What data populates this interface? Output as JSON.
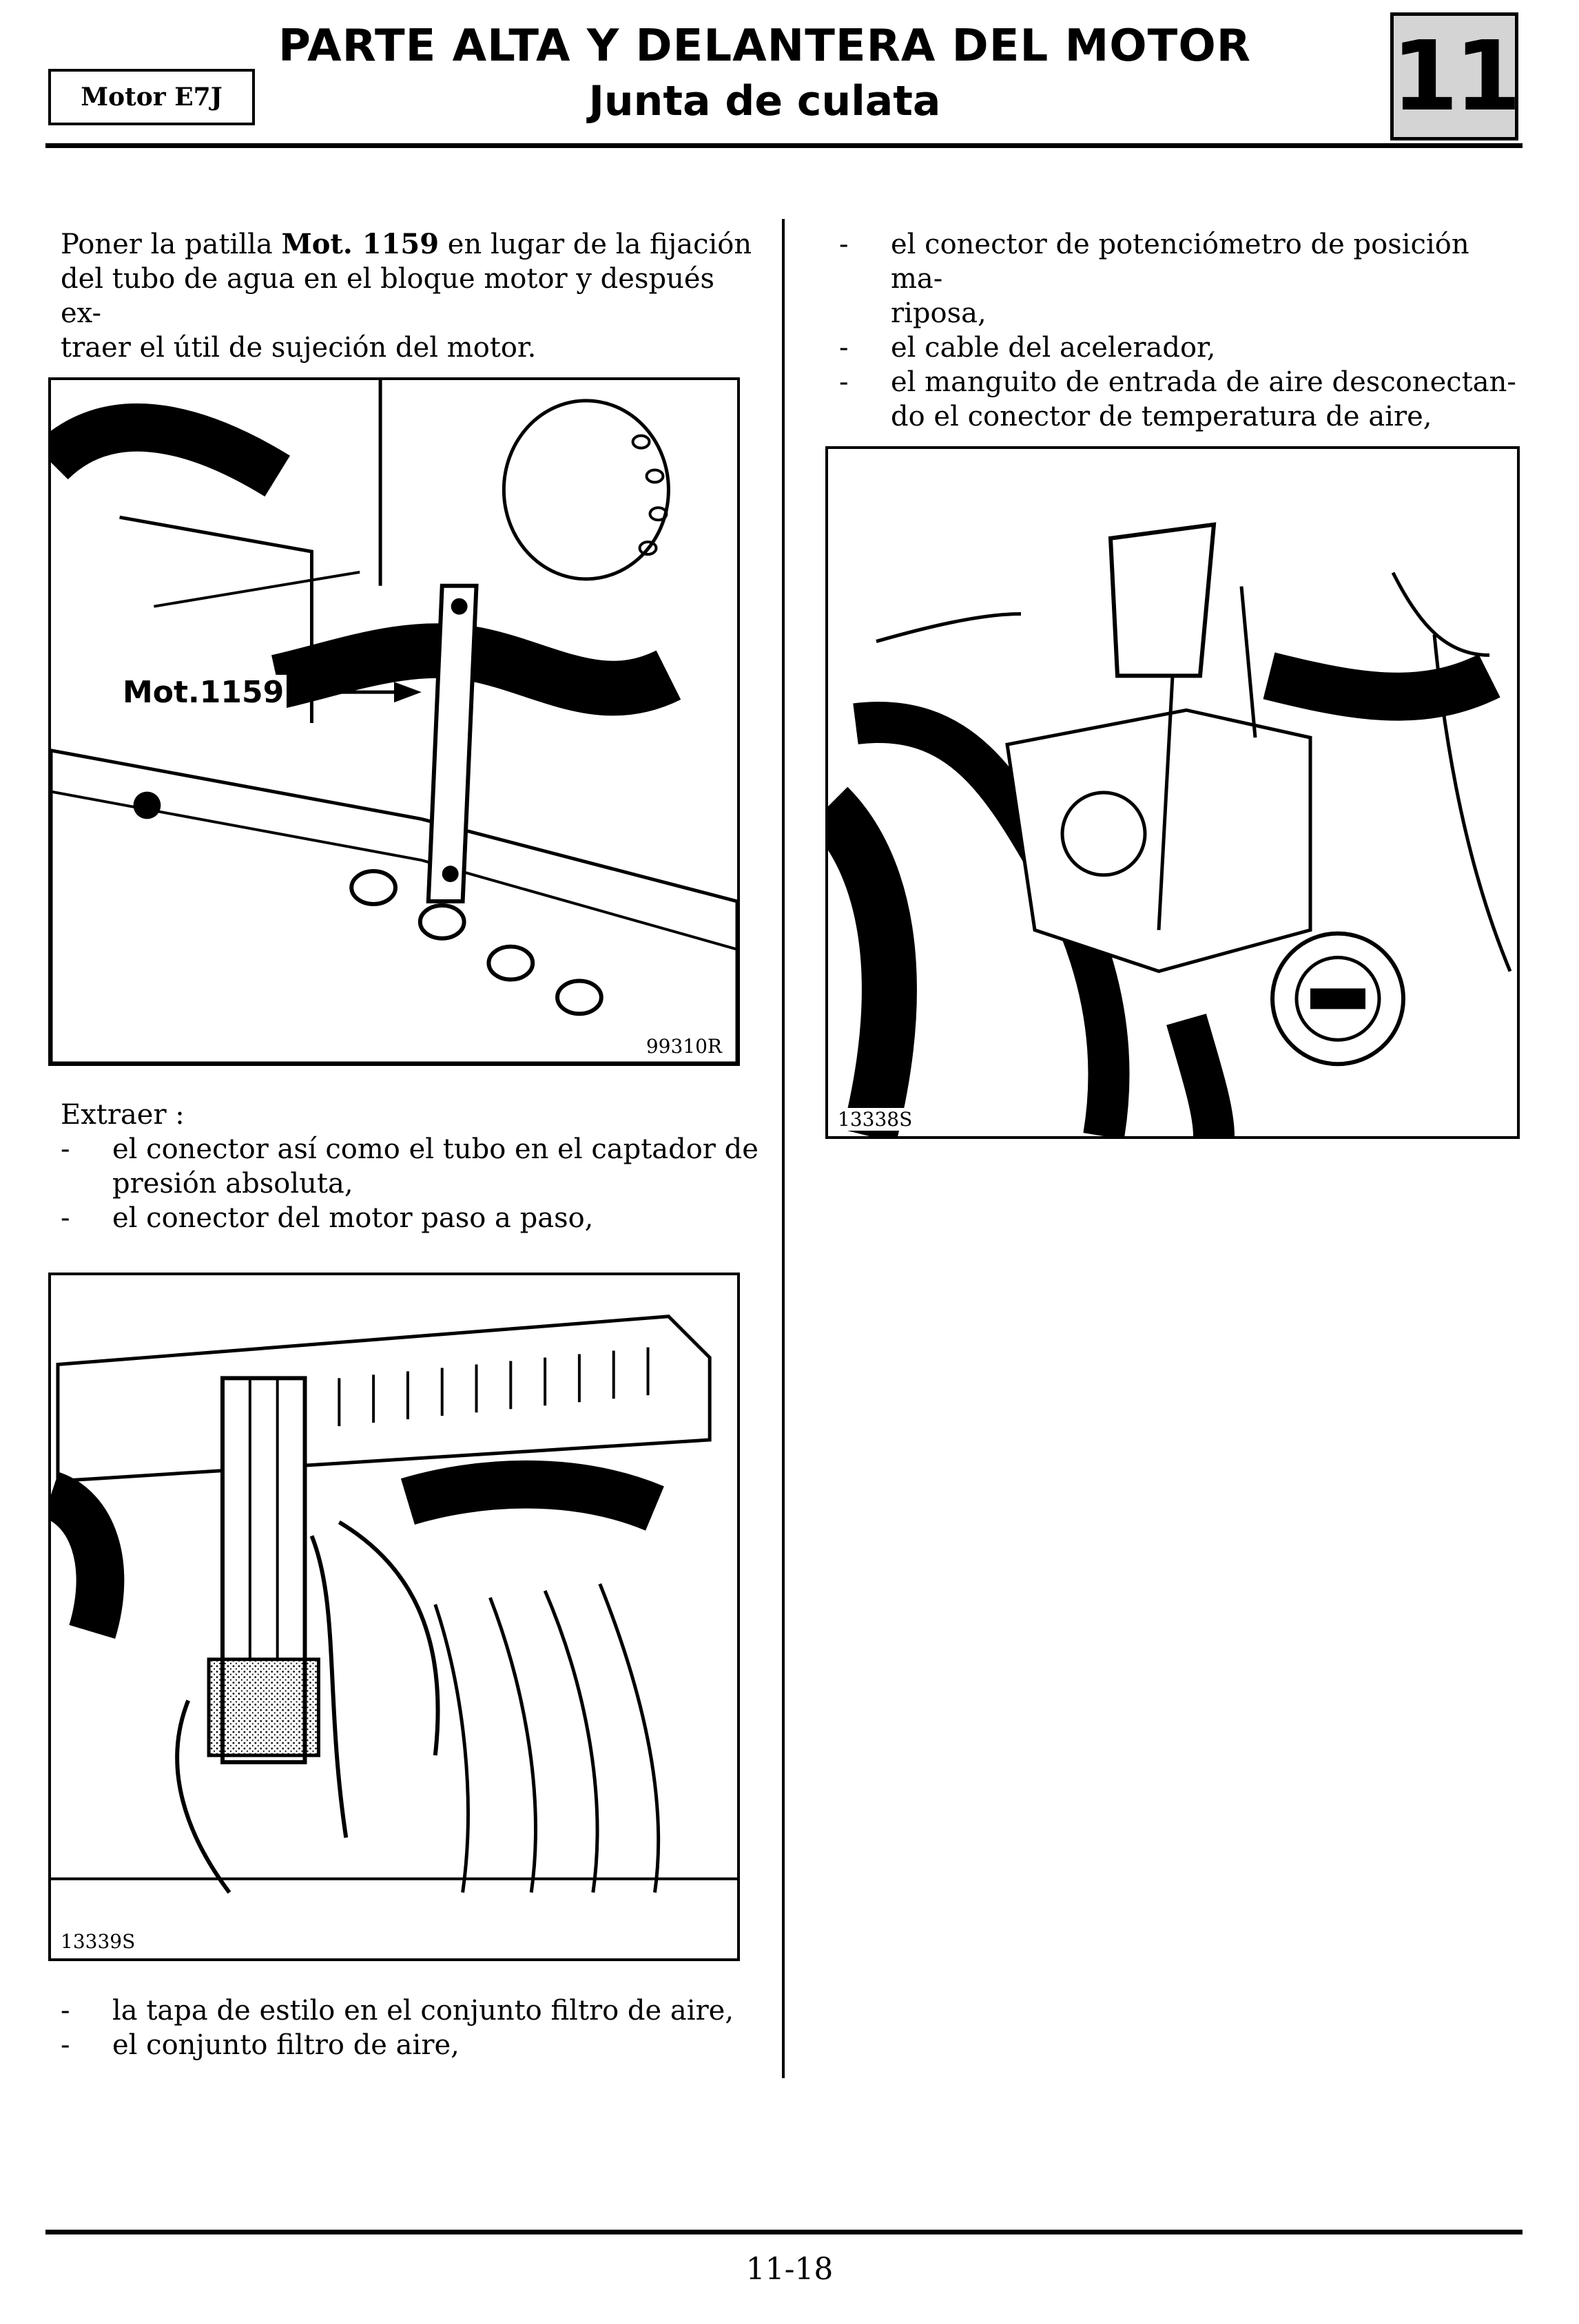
{
  "header": {
    "model": "Motor E7J",
    "title": "PARTE ALTA Y DELANTERA DEL MOTOR",
    "subtitle": "Junta de culata",
    "chapter": "11"
  },
  "left": {
    "intro_part1": "Poner la patilla ",
    "intro_bold": "Mot. 1159",
    "intro_part2": " en lugar de la fijación",
    "intro_line2": "del tubo de agua en el bloque motor y después ex-",
    "intro_line3": "traer el útil de sujeción del motor.",
    "figure1": {
      "label": "Mot.1159",
      "code": "99310R"
    },
    "extraer_heading": "Extraer :",
    "extraer_items": [
      {
        "dash": "-",
        "line1": "el conector así como el tubo en el captador de",
        "line2": "presión absoluta,"
      },
      {
        "dash": "-",
        "line1": "el conector del motor paso a paso,",
        "line2": ""
      }
    ],
    "figure2": {
      "code": "13339S"
    },
    "bottom_items": [
      {
        "dash": "-",
        "text": "la tapa de estilo en el conjunto filtro de aire,"
      },
      {
        "dash": "-",
        "text": "el conjunto filtro de aire,"
      }
    ]
  },
  "right": {
    "items": [
      {
        "dash": "-",
        "line1": "el conector de potenciómetro de posición ma-",
        "line2": "riposa,"
      },
      {
        "dash": "-",
        "line1": "el cable del acelerador,",
        "line2": ""
      },
      {
        "dash": "-",
        "line1": "el manguito de entrada de aire desconectan-",
        "line2": "do el conector de temperatura de aire,"
      }
    ],
    "figure3": {
      "code": "13338S"
    }
  },
  "footer": {
    "page": "11-18"
  }
}
